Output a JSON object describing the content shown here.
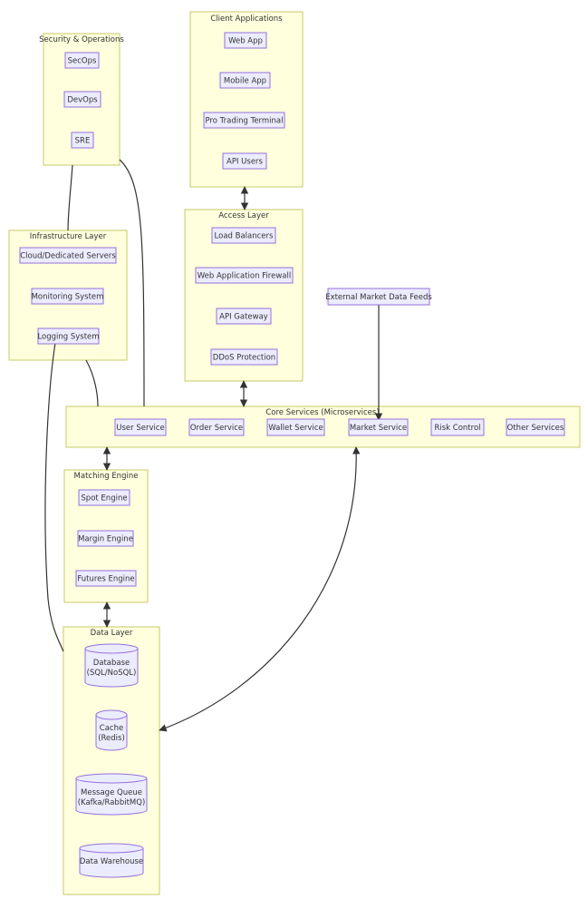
{
  "groups": {
    "client": {
      "title": "Client Applications",
      "nodes": [
        "Web App",
        "Mobile App",
        "Pro Trading Terminal",
        "API Users"
      ]
    },
    "security": {
      "title": "Security & Operations",
      "nodes": [
        "SecOps",
        "DevOps",
        "SRE"
      ]
    },
    "access": {
      "title": "Access Layer",
      "nodes": [
        "Load Balancers",
        "Web Application Firewall",
        "API Gateway",
        "DDoS Protection"
      ]
    },
    "infra": {
      "title": "Infrastructure Layer",
      "nodes": [
        "Cloud/Dedicated Servers",
        "Monitoring System",
        "Logging System"
      ]
    },
    "core": {
      "title": "Core Services (Microservices)",
      "nodes": [
        "User Service",
        "Order Service",
        "Wallet Service",
        "Market Service",
        "Risk Control",
        "Other Services"
      ]
    },
    "matching": {
      "title": "Matching Engine",
      "nodes": [
        "Spot Engine",
        "Margin Engine",
        "Futures Engine"
      ]
    },
    "data": {
      "title": "Data Layer",
      "nodes": [
        {
          "line1": "Database",
          "line2": "(SQL/NoSQL)"
        },
        {
          "line1": "Cache",
          "line2": "(Redis)"
        },
        {
          "line1": "Message Queue",
          "line2": "(Kafka/RabbitMQ)"
        },
        {
          "line1": "Data Warehouse",
          "line2": ""
        }
      ]
    }
  },
  "external": {
    "feeds": "External Market Data Feeds"
  },
  "colors": {
    "group_fill": "#ffffde",
    "group_stroke": "#c8c868",
    "node_fill": "#ececff",
    "node_stroke": "#9370db",
    "edge": "#333333"
  }
}
